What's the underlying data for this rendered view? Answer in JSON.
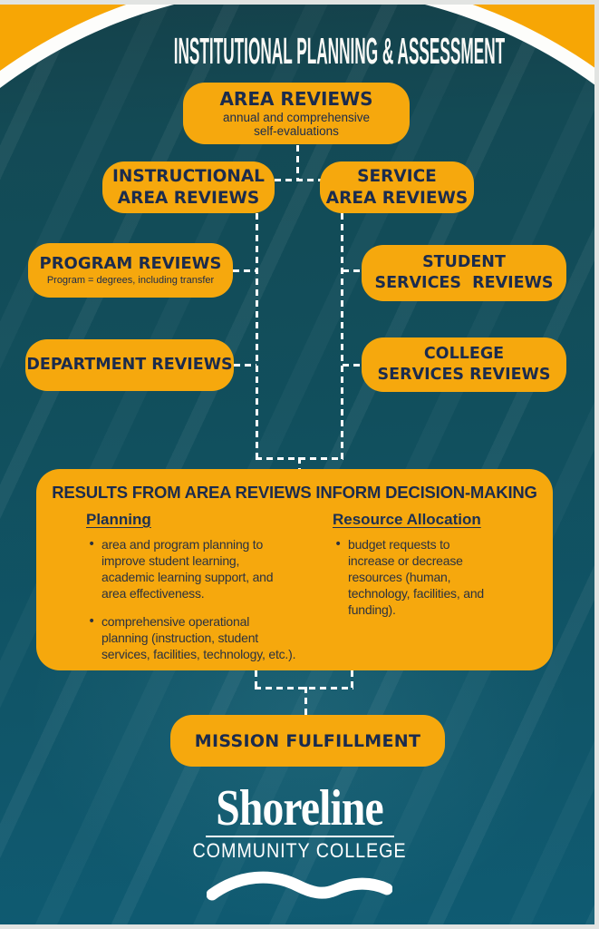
{
  "page": {
    "title": "INSTITUTIONAL PLANNING & ASSESSMENT"
  },
  "boxes": {
    "area_reviews": {
      "title": "AREA REVIEWS",
      "subtitle": "annual and comprehensive\nself-evaluations"
    },
    "instructional": {
      "label": "INSTRUCTIONAL\nAREA REVIEWS"
    },
    "service": {
      "label": "SERVICE\nAREA REVIEWS"
    },
    "program": {
      "title": "PROGRAM REVIEWS",
      "subtitle": "Program = degrees, including transfer"
    },
    "student_services": {
      "label": "STUDENT\nSERVICES  REVIEWS"
    },
    "department": {
      "label": "DEPARTMENT REVIEWS"
    },
    "college_services": {
      "label": "COLLEGE\nSERVICES REVIEWS"
    },
    "mission": {
      "label": "MISSION FULFILLMENT"
    }
  },
  "results": {
    "heading": "RESULTS FROM AREA REVIEWS INFORM DECISION-MAKING",
    "bullet_glyph": "•",
    "planning": {
      "heading": "Planning",
      "bullets": [
        "area and program planning to\nimprove student learning,\nacademic learning support, and\narea effectiveness.",
        "comprehensive operational\nplanning (instruction, student\nservices, facilities, technology, etc.)."
      ]
    },
    "resource_allocation": {
      "heading": "Resource Allocation",
      "bullets": [
        "budget requests to\nincrease or decrease\nresources (human,\ntechnology, facilities, and\nfunding)."
      ]
    }
  },
  "logo": {
    "name": "Shoreline",
    "subname": "COMMUNITY COLLEGE"
  },
  "colors": {
    "gold_background": "#F7A605",
    "gold_box": "#F6A80D",
    "teal_dark": "#134A55",
    "teal_light": "#0F5B72",
    "navy_text": "#1B2B4D",
    "arch_border": "#FFFFFF"
  }
}
